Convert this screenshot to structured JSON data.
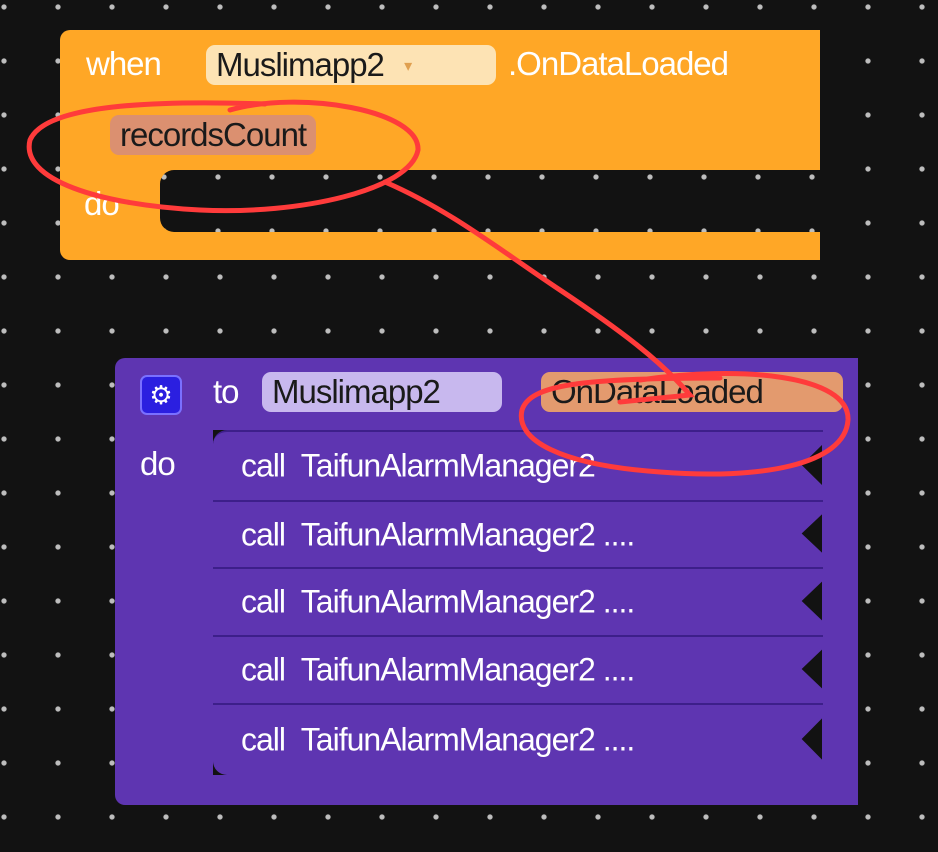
{
  "event_block": {
    "keyword_when": "when",
    "component": "Muslimapp2",
    "event": ".OnDataLoaded",
    "parameter": "recordsCount",
    "keyword_do": "do",
    "color": "#ffa726"
  },
  "procedure_block": {
    "icon": "gear-icon",
    "keyword_to": "to",
    "component": "Muslimapp2",
    "name": "OnDataLoaded",
    "keyword_do": "do",
    "color": "#5e35b1",
    "statements": [
      {
        "keyword": "call",
        "target": "TaifunAlarmManager2",
        "suffix": ""
      },
      {
        "keyword": "call",
        "target": "TaifunAlarmManager2",
        "suffix": "...."
      },
      {
        "keyword": "call",
        "target": "TaifunAlarmManager2",
        "suffix": "...."
      },
      {
        "keyword": "call",
        "target": "TaifunAlarmManager2",
        "suffix": "...."
      },
      {
        "keyword": "call",
        "target": "TaifunAlarmManager2",
        "suffix": "...."
      }
    ]
  },
  "annotation_color": "#ff3b3b"
}
